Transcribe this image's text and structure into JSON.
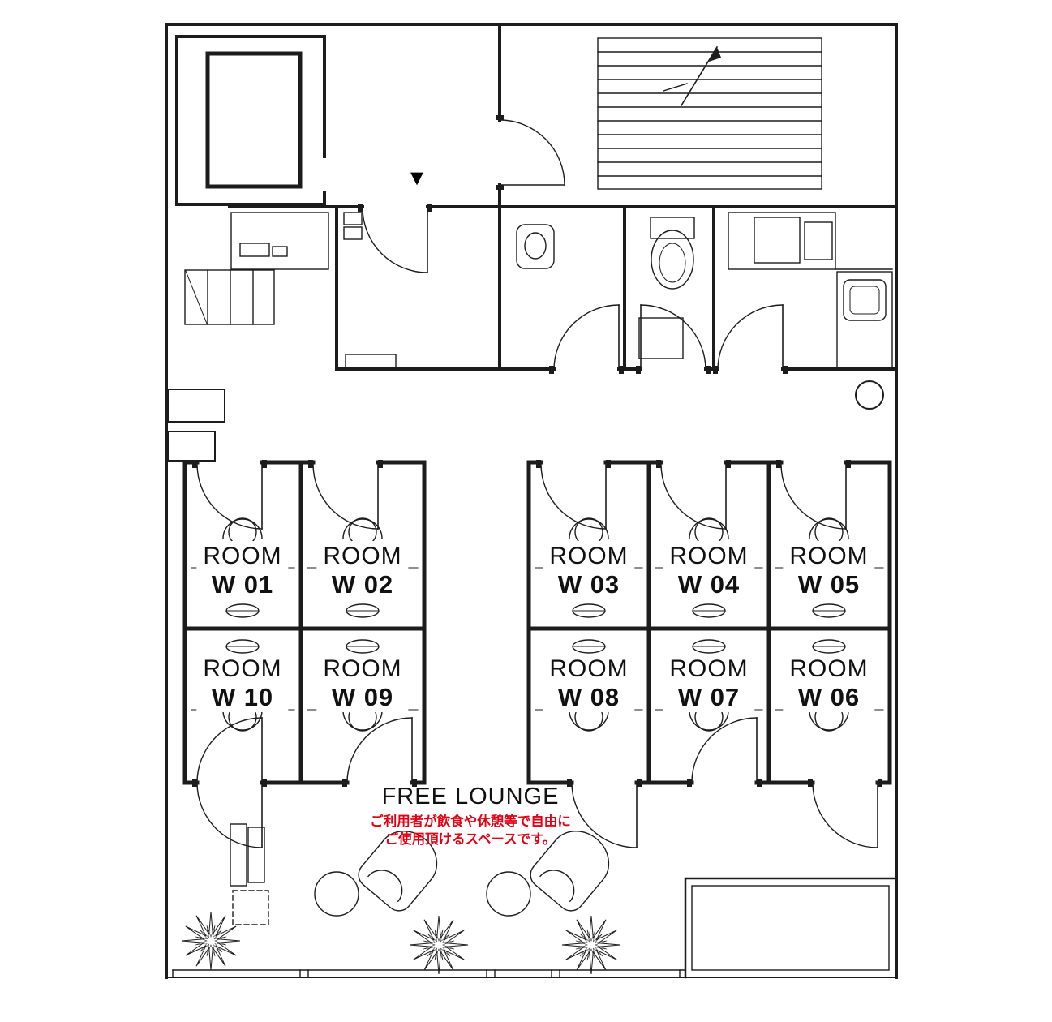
{
  "plan": {
    "marker": "▼",
    "rooms": [
      {
        "type": "ROOM",
        "code": "W 01"
      },
      {
        "type": "ROOM",
        "code": "W 02"
      },
      {
        "type": "ROOM",
        "code": "W 03"
      },
      {
        "type": "ROOM",
        "code": "W 04"
      },
      {
        "type": "ROOM",
        "code": "W 05"
      },
      {
        "type": "ROOM",
        "code": "W 06"
      },
      {
        "type": "ROOM",
        "code": "W 07"
      },
      {
        "type": "ROOM",
        "code": "W 08"
      },
      {
        "type": "ROOM",
        "code": "W 09"
      },
      {
        "type": "ROOM",
        "code": "W 10"
      }
    ],
    "lounge": {
      "title": "FREE LOUNGE",
      "note_line1": "ご利用者が飲食や休憩等で自由に",
      "note_line2": "ご使用頂けるスペースです。"
    },
    "colors": {
      "line": "#1c1c1c",
      "note": "#e60012",
      "background": "#ffffff"
    }
  }
}
